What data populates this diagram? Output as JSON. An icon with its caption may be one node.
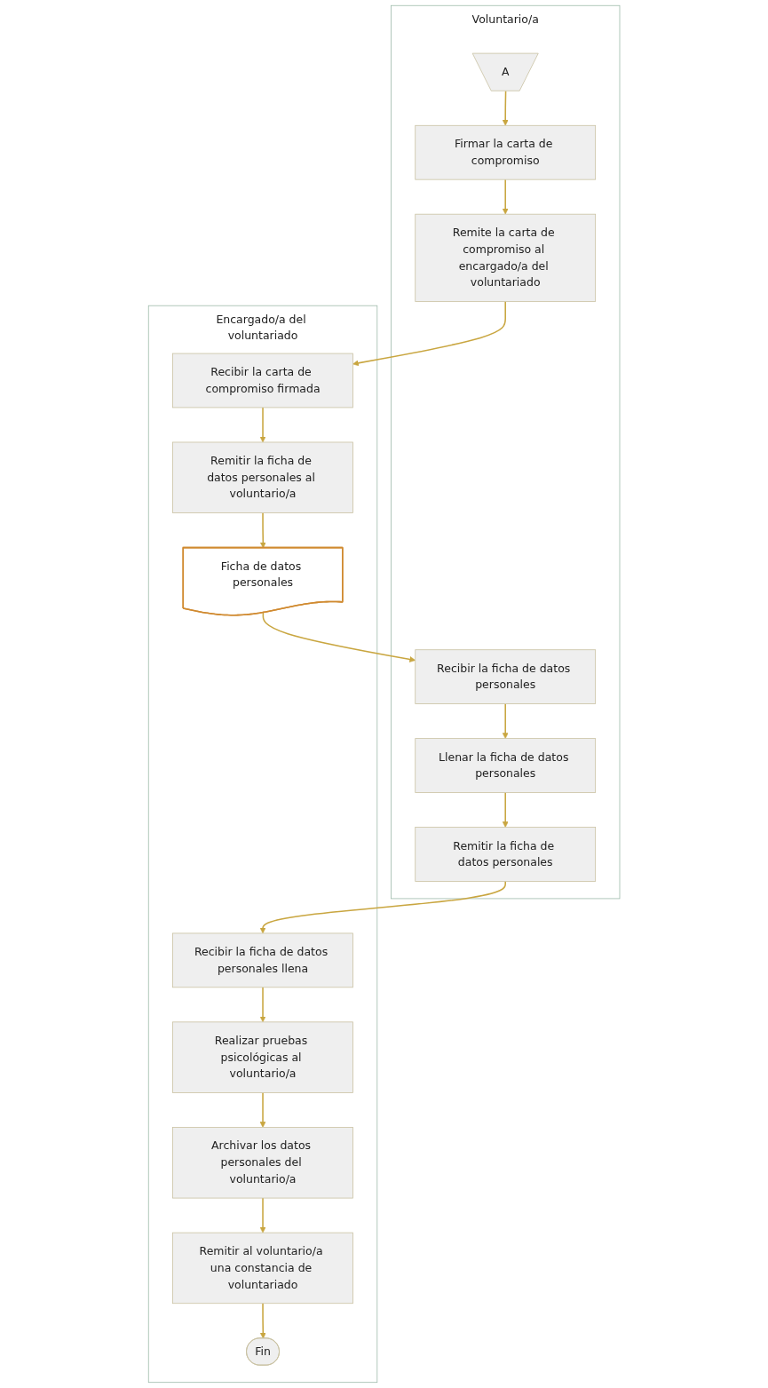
{
  "diagram": {
    "nodes": [
      {
        "text": [
          "Voluntario/a"
        ]
      },
      {
        "text": [
          "Encargado/a del voluntariado"
        ]
      },
      {
        "text": [
          "A"
        ],
        "in": 0
      },
      {
        "text": [
          "Firmar la carta de compromiso"
        ],
        "in": 0
      },
      {
        "text": [
          "Remite la carta de compromiso al encargado/a del voluntariado"
        ],
        "in": 0
      },
      {
        "text": [
          "Recibir la carta de compromiso firmada"
        ],
        "in": 1
      },
      {
        "text": [
          "Remitir la ficha de datos personales al voluntario/a"
        ],
        "in": 1
      },
      {
        "text": [
          "Ficha de datos personales"
        ],
        "in": 1
      },
      {
        "text": [
          "Recibir la ficha de datos personales"
        ],
        "in": 0
      },
      {
        "text": [
          "Llenar la ficha de datos personales"
        ],
        "in": 0
      },
      {
        "text": [
          "Remitir la ficha de datos personales"
        ],
        "in": 0
      },
      {
        "text": [
          "Recibir la ficha de datos personales llena"
        ],
        "in": 1
      },
      {
        "text": [
          "Realizar pruebas psicológicas al voluntario/a"
        ],
        "in": 1
      },
      {
        "text": [
          "Archivar los datos personales del voluntario/a"
        ],
        "in": 1
      },
      {
        "text": [
          "Remitir al voluntario/a una constancia de voluntariado"
        ],
        "in": 1
      },
      {
        "text": [
          "Fin"
        ],
        "in": 1
      }
    ],
    "edges": [
      {
        "from": 2,
        "to": 3,
        "arrow": "to"
      },
      {
        "from": 3,
        "to": 4,
        "arrow": "to"
      },
      {
        "from": 4,
        "to": 5,
        "arrow": "to"
      },
      {
        "from": 5,
        "to": 6,
        "arrow": "to"
      },
      {
        "from": 6,
        "to": 7,
        "arrow": "to"
      },
      {
        "from": 7,
        "to": 8,
        "arrow": "to"
      },
      {
        "from": 8,
        "to": 9,
        "arrow": "to"
      },
      {
        "from": 9,
        "to": 10,
        "arrow": "to"
      },
      {
        "from": 10,
        "to": 11,
        "arrow": "to"
      },
      {
        "from": 11,
        "to": 12,
        "arrow": "to"
      },
      {
        "from": 12,
        "to": 13,
        "arrow": "to"
      },
      {
        "from": 13,
        "to": 14,
        "arrow": "to"
      },
      {
        "from": 14,
        "to": 15,
        "arrow": "to"
      }
    ]
  }
}
